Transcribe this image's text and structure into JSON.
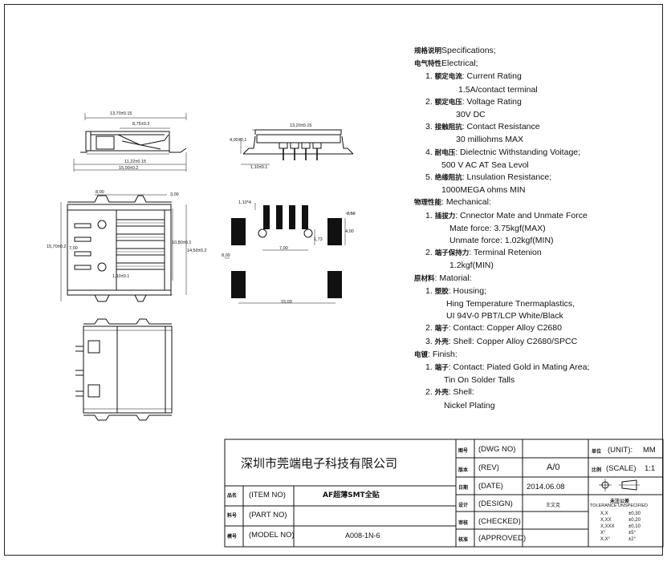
{
  "specifications": {
    "header": "Specifications;",
    "header_cn": "规格说明",
    "electrical": {
      "cn": "电气特性",
      "label": "Electrical;"
    },
    "items": [
      {
        "n": "1.",
        "cn": "额定电流",
        "label": ": Current Rating",
        "value": "1.5A/contact terminal"
      },
      {
        "n": "2.",
        "cn": "额定电压",
        "label": ": Voltage Rating",
        "value": "30V DC"
      },
      {
        "n": "3.",
        "cn": "接触阻抗",
        "label": ": Contact Resistance",
        "value": "30 milliohms MAX"
      },
      {
        "n": "4.",
        "cn": "耐电压",
        "label": ": Dielectnic Withstanding Voitage;",
        "value": "500 V AC AT Sea Levol"
      },
      {
        "n": "5.",
        "cn": "绝缘阻抗",
        "label": ": Lnsulation Resistance;",
        "value": "1000MEGA ohms MIN"
      }
    ],
    "mechanical": {
      "cn": "物理性能",
      "label": ": Mechanical:"
    },
    "mech_items": [
      {
        "n": "1.",
        "cn": "插拔力",
        "label": ": Cnnector Mate and Unmate Force",
        "v1": "Mate force: 3.75kgf(MAX)",
        "v2": "Unmate force: 1.02kgf(MIN)"
      },
      {
        "n": "2.",
        "cn": "端子保持力",
        "label": ": Terminal Retenion",
        "v1": "1.2kgf(MIN)"
      }
    ],
    "material": {
      "cn": "原材料",
      "label": ": Matorial:"
    },
    "mat_items": [
      {
        "n": "1.",
        "cn": "塑胶",
        "label": ": Housing;",
        "v1": "Hing Temperature Tnermaplastics,",
        "v2": "UI 94V-0 PBT/LCP White/Black"
      },
      {
        "n": "2.",
        "cn": "端子",
        "label": ": Contact: Copper Alloy C2680"
      },
      {
        "n": "3.",
        "cn": "外壳",
        "label": ": Shell: Copper Alloy C2680/SPCC"
      }
    ],
    "finish": {
      "cn": "电镀",
      "label": ": Finish:"
    },
    "fin_items": [
      {
        "n": "1.",
        "cn": "端子",
        "label": ": Contact: Piated Gold in Mating Area;",
        "v1": "Tin On Solder Talls"
      },
      {
        "n": "2.",
        "cn": "外壳",
        "label": ": Shell:",
        "v1": "Nickel Plating"
      }
    ]
  },
  "dimensions": {
    "d1": "13,70±0.15",
    "d2": "8,75±0.3",
    "d3": "11,22±0.15",
    "d4": "15,00±0.2",
    "d5": "13,20±0.15",
    "d6": "4,00±0.1",
    "d7": "1,10±0.1",
    "d8": "8,00",
    "d9": "3,00",
    "d10": "15,70±0.2",
    "d11": "7,00",
    "d12": "10,80±0.1",
    "d13": "14,50±0.2",
    "d14": "1,10±0.1",
    "p1": "1,10*4",
    "p2": "2,50",
    "p3": "1,73",
    "p4": "4,00",
    "p5": "7,00",
    "p6": "8,00",
    "p7": "15,00"
  },
  "title_block": {
    "company": "深圳市莞端电子科技有限公司",
    "rows_left": [
      {
        "cn": "品名",
        "label": "(ITEM NO)",
        "value": "AF超薄SMT全贴"
      },
      {
        "cn": "料号",
        "label": "(PART NO)",
        "value": ""
      },
      {
        "cn": "模号",
        "label": "(MODEL NO)",
        "value": "A008-1N-6"
      }
    ],
    "rows_mid": [
      {
        "cn": "图号",
        "label": "(DWG NO)",
        "value": ""
      },
      {
        "cn": "版本",
        "label": "(REV)",
        "value": "A/0"
      },
      {
        "cn": "日期",
        "label": "(DATE)",
        "value": "2014.06.08"
      },
      {
        "cn": "设计",
        "label": "(DESIGN)",
        "value": "王文克"
      },
      {
        "cn": "审核",
        "label": "(CHECKED)",
        "value": ""
      },
      {
        "cn": "核准",
        "label": "(APPROVED)",
        "value": ""
      }
    ],
    "unit": {
      "cn": "单位",
      "label": "(UNIT):",
      "value": "MM"
    },
    "scale": {
      "cn": "比例",
      "label": "(SCALE)",
      "value": "1:1"
    },
    "tolerance_cn": "未注公差",
    "tolerance_label": "TOLERANCE UNSPECIFIED",
    "tolerances": [
      {
        "k": "X,X",
        "v": "±0,30"
      },
      {
        "k": "X,XX",
        "v": "±0,20"
      },
      {
        "k": "X,XXX",
        "v": "±0,10"
      },
      {
        "k": "X°",
        "v": "±5°"
      },
      {
        "k": "X,X°",
        "v": "±2°"
      }
    ]
  }
}
